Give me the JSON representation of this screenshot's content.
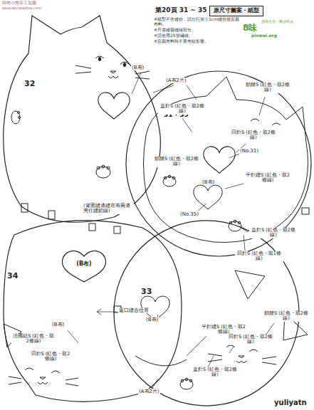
{
  "diagram": {
    "title": "第20頁 31 ~ 35",
    "nodes": [
      {
        "text": [
          "原尺寸圖案・紙型"
        ]
      },
      {
        "text": [
          "32"
        ]
      },
      {
        "text": [
          "31 · 35"
        ]
      },
      {
        "text": [
          "34"
        ]
      },
      {
        "text": [
          "(B布)"
        ],
        "in": 3
      },
      {
        "text": [
          "33"
        ]
      }
    ],
    "labels": [
      "阿布小熊手工皂園",
      "www.abcbearbox.com",
      "※紙型不含縫份，請自行加上1cm縫份後剪裁布料。",
      "※只需縫製縫線部分。",
      "※請使用25號繡線。",
      "※剪裁布料時不受布紋影響。",
      "8味",
      "pinwei.org",
      "品味生活・慢步時光",
      "(B布)",
      "(A布2片)",
      "直針S (紅色・取2條線)",
      "鎖鏈S (紅色・取2條線)",
      "回針S (紅色・取2條線)",
      "鎖鏈S (紅色・取2條線)",
      "(No.31)",
      "(B布)",
      "平針縫S (紅色・取2條線)",
      "(No.35)",
      "(背面縫邊縫在布兩邊夾住縫紉線)",
      "直針S (紅色・取2條線)",
      "回針S (紅色・取1條線)",
      "返口縫合位置",
      "(B布)",
      "法國結S (紅色・取2條線)",
      "回針S (紅色・取2條線)",
      "(B布)",
      "平針縫S (紅色・取2條線)",
      "鎖鏈S (紅色・取2條線)",
      "回針S (紅色・取2條線)",
      "直針S (紅色・取2條線)",
      "(A布2片)",
      "yuliyatn"
    ]
  }
}
